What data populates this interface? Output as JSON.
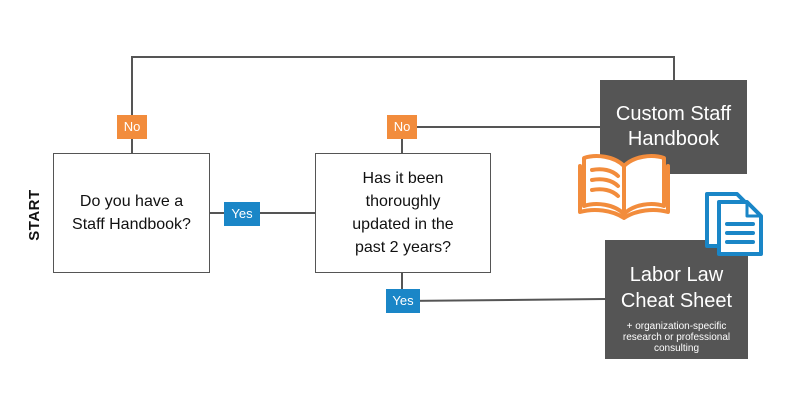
{
  "start_label": "START",
  "questions": {
    "handbook": "Do you have a\nStaff Handbook?",
    "updated": "Has it been\nthoroughly\nupdated in the\npast 2 years?"
  },
  "answers": {
    "no": "No",
    "yes": "Yes"
  },
  "results": {
    "custom_handbook": "Custom Staff\nHandbook",
    "labor_law": "Labor Law\nCheat Sheet",
    "labor_law_note": "+ organization-specific research or professional consulting"
  },
  "icons": {
    "book": "open-book-icon",
    "document": "document-icon"
  },
  "colors": {
    "no_badge": "#f28c3c",
    "yes_badge": "#1a86c7",
    "result_box": "#555555",
    "book_icon": "#f28c3c",
    "document_icon": "#1a86c7",
    "connector": "#555555"
  }
}
